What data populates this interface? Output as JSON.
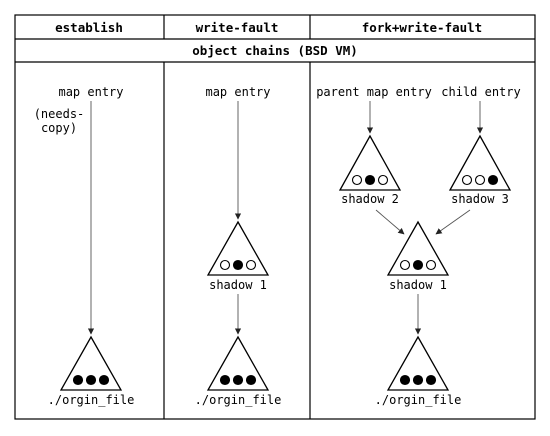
{
  "headers": {
    "col1": "establish",
    "col2": "write-fault",
    "col3": "fork+write-fault",
    "subtitle": "object chains (BSD VM)"
  },
  "col1": {
    "map_entry": "map entry",
    "needs_copy_line1": "(needs-",
    "needs_copy_line2": "copy)",
    "file_label": "./orgin_file",
    "file_pages": [
      "full",
      "full",
      "full"
    ]
  },
  "col2": {
    "map_entry": "map entry",
    "shadow_label": "shadow 1",
    "shadow_pages": [
      "empty",
      "full",
      "empty"
    ],
    "file_label": "./orgin_file",
    "file_pages": [
      "full",
      "full",
      "full"
    ]
  },
  "col3": {
    "parent_entry": "parent map entry",
    "child_entry": "child entry",
    "shadow2_label": "shadow 2",
    "shadow2_pages": [
      "empty",
      "full",
      "empty"
    ],
    "shadow3_label": "shadow 3",
    "shadow3_pages": [
      "empty",
      "empty",
      "full"
    ],
    "shadow1_label": "shadow 1",
    "shadow1_pages": [
      "empty",
      "full",
      "empty"
    ],
    "file_label": "./orgin_file",
    "file_pages": [
      "full",
      "full",
      "full"
    ]
  }
}
